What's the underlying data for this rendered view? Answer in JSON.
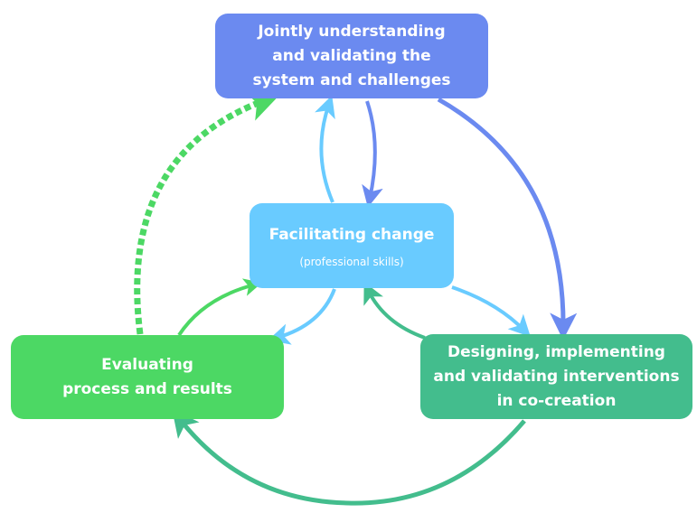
{
  "colors": {
    "blue": "#6b8af0",
    "light_blue": "#69cbff",
    "green": "#4cd864",
    "teal": "#43bd8d"
  },
  "nodes": {
    "top": {
      "lines": [
        "Jointly understanding",
        "and validating the",
        "system and challenges"
      ],
      "color": "#6b8af0"
    },
    "center": {
      "lines": [
        "Facilitating change"
      ],
      "subtitle": "(professional skills)",
      "color": "#69cbff"
    },
    "left": {
      "lines": [
        "Evaluating",
        "process and results"
      ],
      "color": "#4cd864"
    },
    "right": {
      "lines": [
        "Designing, implementing",
        "and validating interventions",
        "in co-creation"
      ],
      "color": "#43bd8d"
    }
  },
  "edges": [
    {
      "from": "top",
      "to": "center",
      "color": "#6b8af0",
      "style": "solid"
    },
    {
      "from": "center",
      "to": "top",
      "color": "#69cbff",
      "style": "solid"
    },
    {
      "from": "top",
      "to": "right",
      "color": "#6b8af0",
      "style": "solid"
    },
    {
      "from": "center",
      "to": "right",
      "color": "#69cbff",
      "style": "solid"
    },
    {
      "from": "center",
      "to": "left",
      "color": "#69cbff",
      "style": "solid"
    },
    {
      "from": "right",
      "to": "center",
      "color": "#43bd8d",
      "style": "solid"
    },
    {
      "from": "left",
      "to": "center",
      "color": "#4cd864",
      "style": "solid"
    },
    {
      "from": "right",
      "to": "left",
      "color": "#43bd8d",
      "style": "solid"
    },
    {
      "from": "left",
      "to": "top",
      "color": "#4cd864",
      "style": "dashed"
    }
  ]
}
